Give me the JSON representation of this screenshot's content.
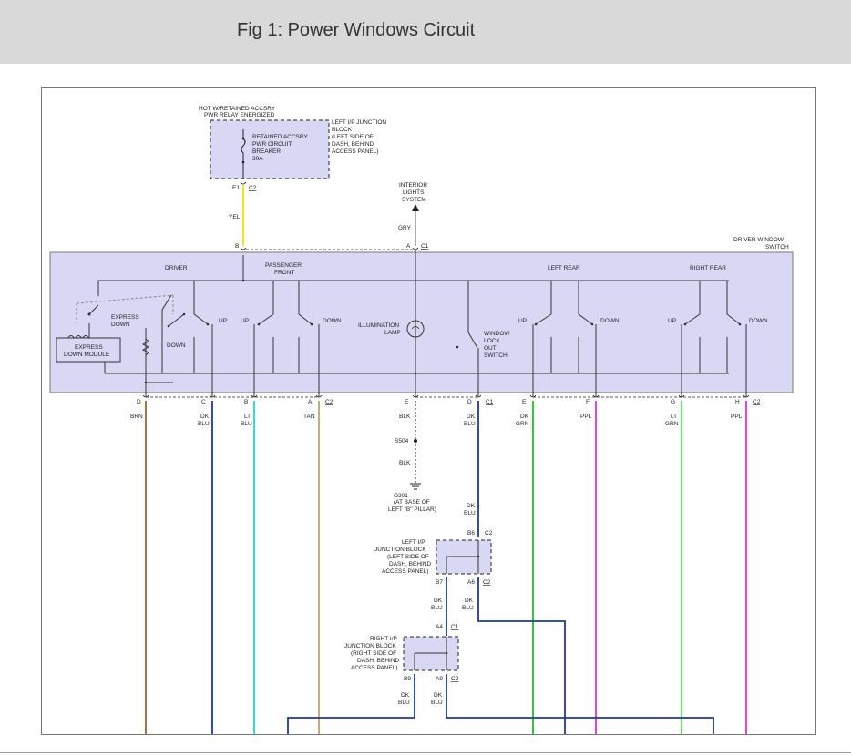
{
  "title": "Fig 1: Power Windows Circuit",
  "breaker": {
    "heading1": "HOT W/RETAINED ACCSRY",
    "heading2": "PWR RELAY ENERGIZED",
    "name1": "RETAINED ACCSRY",
    "name2": "PWR CIRCUIT",
    "name3": "BREAKER",
    "rating": "30A",
    "block1": "LEFT I/P JUNCTION",
    "block2": "BLOCK",
    "block3": "(LEFT SIDE OF",
    "block4": "DASH, BEHIND",
    "block5": "ACCESS PANEL)",
    "pin": "E1",
    "conn": "C2",
    "wire": "YEL"
  },
  "interior": {
    "l1": "INTERIOR",
    "l2": "LIGHTS",
    "l3": "SYSTEM",
    "wire": "GRY"
  },
  "switch": {
    "title1": "DRIVER WINDOW",
    "title2": "SWITCH",
    "top_pin_b": "B",
    "top_pin_a": "A",
    "top_conn": "C1",
    "driver": "DRIVER",
    "pass1": "PASSENGER",
    "pass2": "FRONT",
    "left_rear": "LEFT REAR",
    "right_rear": "RIGHT REAR",
    "express1": "EXPRESS",
    "express2": "DOWN",
    "module1": "EXPRESS",
    "module2": "DOWN MODULE",
    "up": "UP",
    "down": "DOWN",
    "illum1": "ILLUMINATION",
    "illum2": "LAMP",
    "lock1": "WINDOW",
    "lock2": "LOCK",
    "lock3": "OUT",
    "lock4": "SWITCH"
  },
  "pins": [
    "D",
    "C",
    "B",
    "A",
    "C2",
    "E",
    "D",
    "C1",
    "E",
    "F",
    "G",
    "H",
    "C2"
  ],
  "wires": {
    "brn": "BRN",
    "dk": "DK",
    "blu": "BLU",
    "lt": "LT",
    "tan": "TAN",
    "blk": "BLK",
    "grn": "GRN",
    "ppl": "PPL"
  },
  "ground": {
    "splice": "S504",
    "name": "G301",
    "l1": "(AT BASE OF",
    "l2": "LEFT \"B\" PILLAR)"
  },
  "left_jb": {
    "l1": "LEFT I/P",
    "l2": "JUNCTION BLOCK",
    "l3": "(LEFT SIDE OF",
    "l4": "DASH, BEHIND",
    "l5": "ACCESS PANEL)",
    "pin_top": "B6",
    "conn_top": "C2",
    "pin_bl": "B7",
    "pin_br": "A6",
    "conn_b": "C2"
  },
  "right_jb": {
    "l1": "RIGHT I/P",
    "l2": "JUNCTION BLOCK",
    "l3": "(RIGHT SIDE OF",
    "l4": "DASH, BEHIND",
    "l5": "ACCESS PANEL)",
    "pin_top": "A4",
    "conn_top": "C1",
    "pin_bl": "B9",
    "pin_br": "A9",
    "conn_b": "C2"
  },
  "colors": {
    "yel": "#f5e800",
    "brn": "#9a6a1f",
    "dkblu": "#1a3aa0",
    "ltblu": "#22d0e0",
    "tan": "#c4a45a",
    "dkgrn": "#20c020",
    "ppl": "#e030e0",
    "ltgrn": "#50dd50",
    "switchfill": "#d8d8f4",
    "jbfill": "#d8d8f4"
  }
}
